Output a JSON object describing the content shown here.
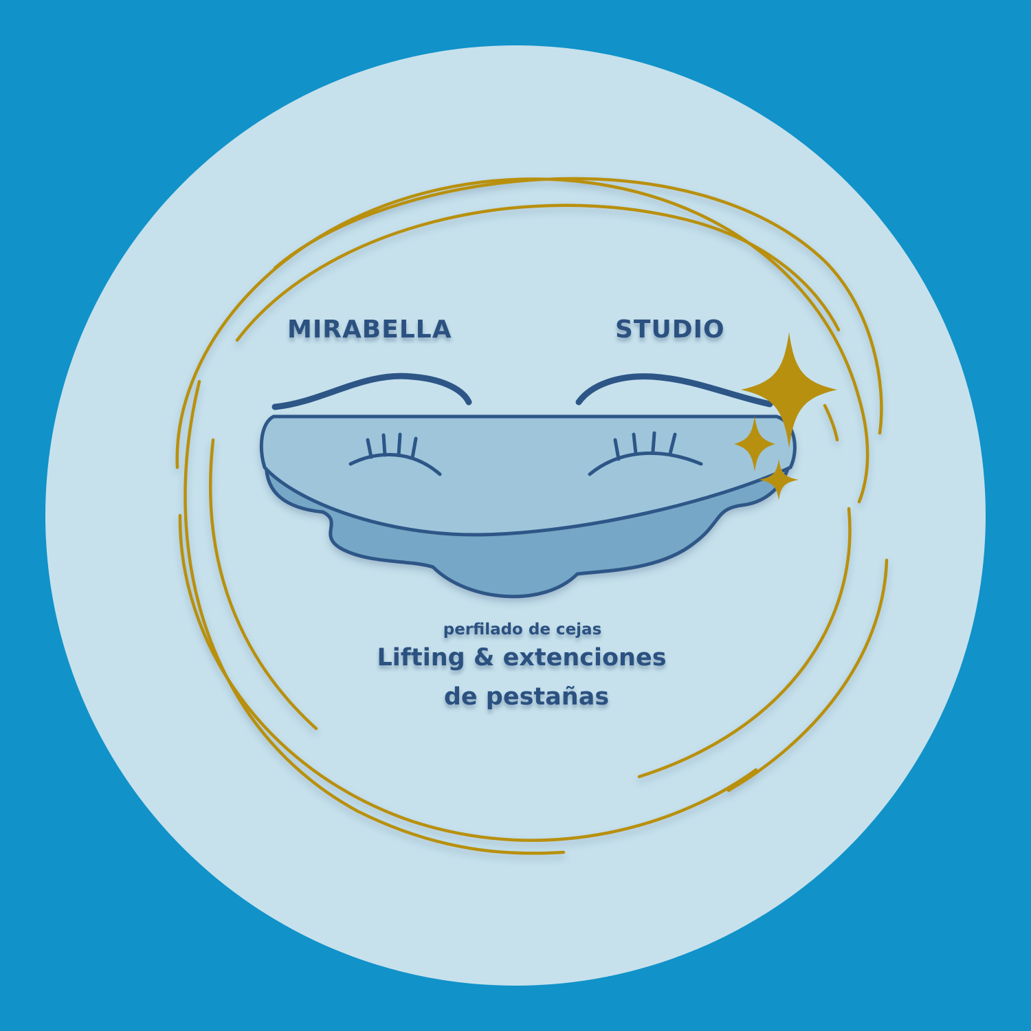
{
  "brand": {
    "name_left": "MIRABELLA",
    "name_right": "STUDIO"
  },
  "tagline": {
    "small": "perfilado de cejas",
    "line1": "Lifting & extenciones",
    "line2": "de pestañas"
  },
  "colors": {
    "background": "#1192c9",
    "disc": "#c6e1ec",
    "ink": "#2b5180",
    "gold": "#b8900f",
    "mask_light": "#9ec5da",
    "mask_dark": "#76a7c6"
  },
  "icons": [
    "sparkle-icon",
    "closed-eye-icon",
    "eyebrow-icon"
  ]
}
